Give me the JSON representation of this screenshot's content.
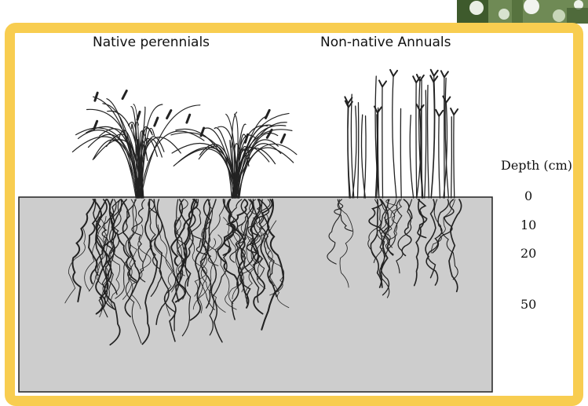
{
  "headings": {
    "left": "Native perennials",
    "right": "Non-native Annuals"
  },
  "depth_scale": {
    "title": "Depth (cm)",
    "labels": [
      "0",
      "10",
      "20",
      "50"
    ]
  },
  "colors": {
    "frame": "#f8cd50",
    "soil": "#cdcdcd",
    "plant_ink": "#222222"
  },
  "illustrations": {
    "soil_block": "gray-rectangle",
    "native_plants": "two-bunchgrass-clumps-deep-roots",
    "annual_plants": "tall-annual-grass-stand-shallow-roots",
    "corner_photo": "foliage-photo-fragment"
  }
}
